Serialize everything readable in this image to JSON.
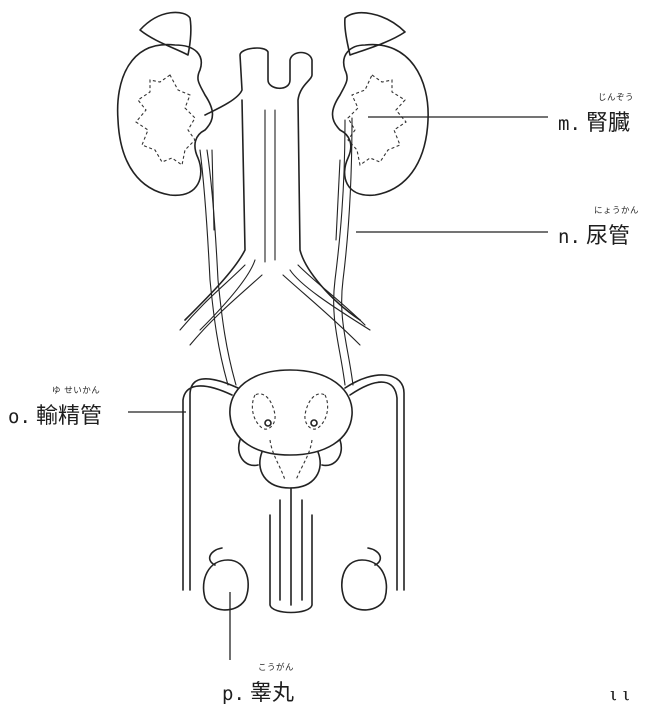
{
  "labels": {
    "m": {
      "letter": "m.",
      "name": "腎臓",
      "ruby": "じんぞう"
    },
    "n": {
      "letter": "n.",
      "name": "尿管",
      "ruby": "にょうかん"
    },
    "o": {
      "letter": "o.",
      "name": "輸精管",
      "ruby": "ゆ せいかん"
    },
    "p": {
      "letter": "p.",
      "name": "睾丸",
      "ruby": "こうがん"
    }
  },
  "corner_mark": "ι ι"
}
